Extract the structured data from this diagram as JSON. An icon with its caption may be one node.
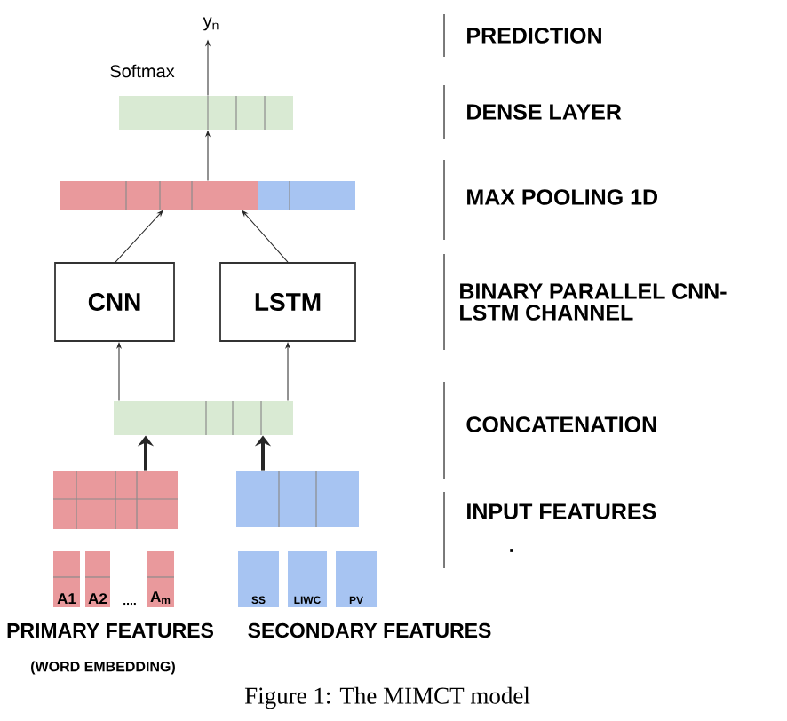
{
  "diagram": {
    "caption": "Figure 1: The MIMCT model",
    "nodes": [
      {
        "text": [
          "y$_{n}$"
        ]
      },
      {
        "text": [],
        "shape": "box"
      },
      {
        "text": [],
        "shape": "box"
      },
      {
        "text": [
          "CNN"
        ]
      },
      {
        "text": [
          "LSTM"
        ]
      },
      {
        "text": [],
        "shape": "box"
      },
      {
        "text": [],
        "shape": "box"
      },
      {
        "text": [],
        "shape": "box"
      },
      {
        "text": [
          "A1"
        ]
      },
      {
        "text": [
          "A2"
        ]
      },
      {
        "text": [
          "A$_{m}$"
        ]
      },
      {
        "text": [
          "SS"
        ]
      },
      {
        "text": [
          "LIWC"
        ]
      },
      {
        "text": [
          "PV"
        ]
      }
    ],
    "edges": [
      {
        "from": 1,
        "to": 0,
        "arrow": "to"
      },
      {
        "from": 2,
        "to": 1,
        "arrow": "to"
      },
      {
        "from": 3,
        "to": 2,
        "arrow": "to"
      },
      {
        "from": 4,
        "to": 2,
        "arrow": "to"
      },
      {
        "from": 5,
        "to": 3,
        "arrow": "to"
      },
      {
        "from": 5,
        "to": 4,
        "arrow": "to"
      },
      {
        "from": 6,
        "to": 5,
        "arrow": "to",
        "style": "thick"
      },
      {
        "from": 7,
        "to": 5,
        "arrow": "to",
        "style": "thick"
      }
    ],
    "labels": [
      "Softmax",
      "....",
      "PRIMARY FEATURES",
      "SECONDARY FEATURES",
      "(WORD EMBEDDING)",
      "PREDICTION",
      "DENSE LAYER",
      "MAX POOLING 1D",
      "BINARY PARALLEL CNN-LSTM CHANNEL",
      "CONCATENATION",
      "INPUT FEATURES",
      "."
    ]
  }
}
